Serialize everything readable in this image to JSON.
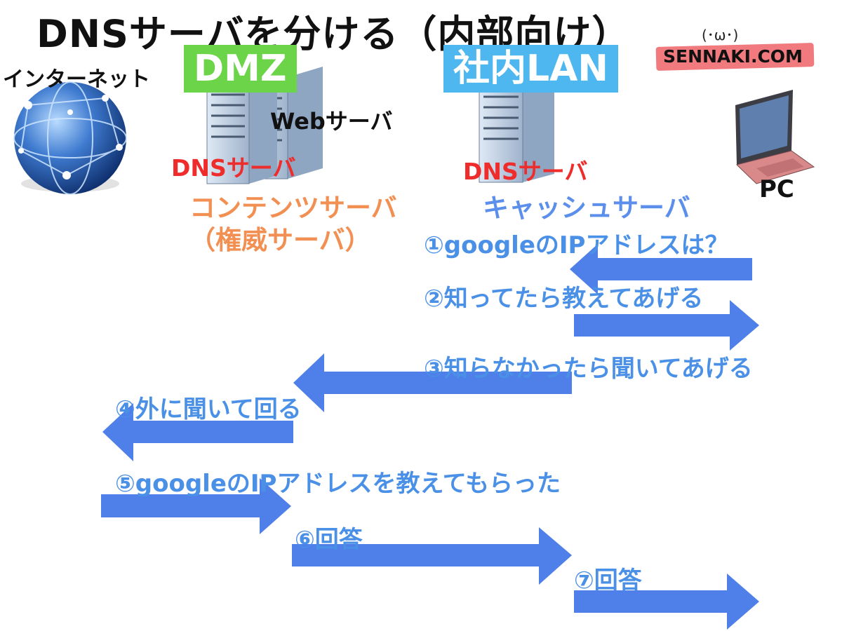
{
  "title": "DNSサーバを分ける（内部向け）",
  "brand": "SENNAKI.COM",
  "brand_face": "(･ω･)",
  "zones": {
    "dmz": "DMZ",
    "lan": "社内LAN"
  },
  "labels": {
    "internet": "インターネット",
    "web_server": "Webサーバ",
    "dmz_dns": "DNSサーバ",
    "content_server": "コンテンツサーバ",
    "authoritative": "（権威サーバ）",
    "lan_dns": "DNSサーバ",
    "cache_server": "キャッシュサーバ",
    "pc": "PC"
  },
  "steps": [
    "①googleのIPアドレスは？",
    "②知ってたら教えてあげる",
    "③知らなかったら聞いてあげる",
    "④外に聞いて回る",
    "⑤googleのIPアドレスを教えてもらった",
    "⑥回答",
    "⑦回答"
  ],
  "colors": {
    "arrow": "#4f7fe8",
    "step_text": "#4a90e6",
    "dmz": "#6cd448",
    "lan": "#4fb7ef",
    "dns_red": "#ef2c2c",
    "content_orange": "#f28f52",
    "brand_bg": "#f07a7d"
  },
  "icons": [
    "globe-icon",
    "server-icon",
    "laptop-icon"
  ]
}
